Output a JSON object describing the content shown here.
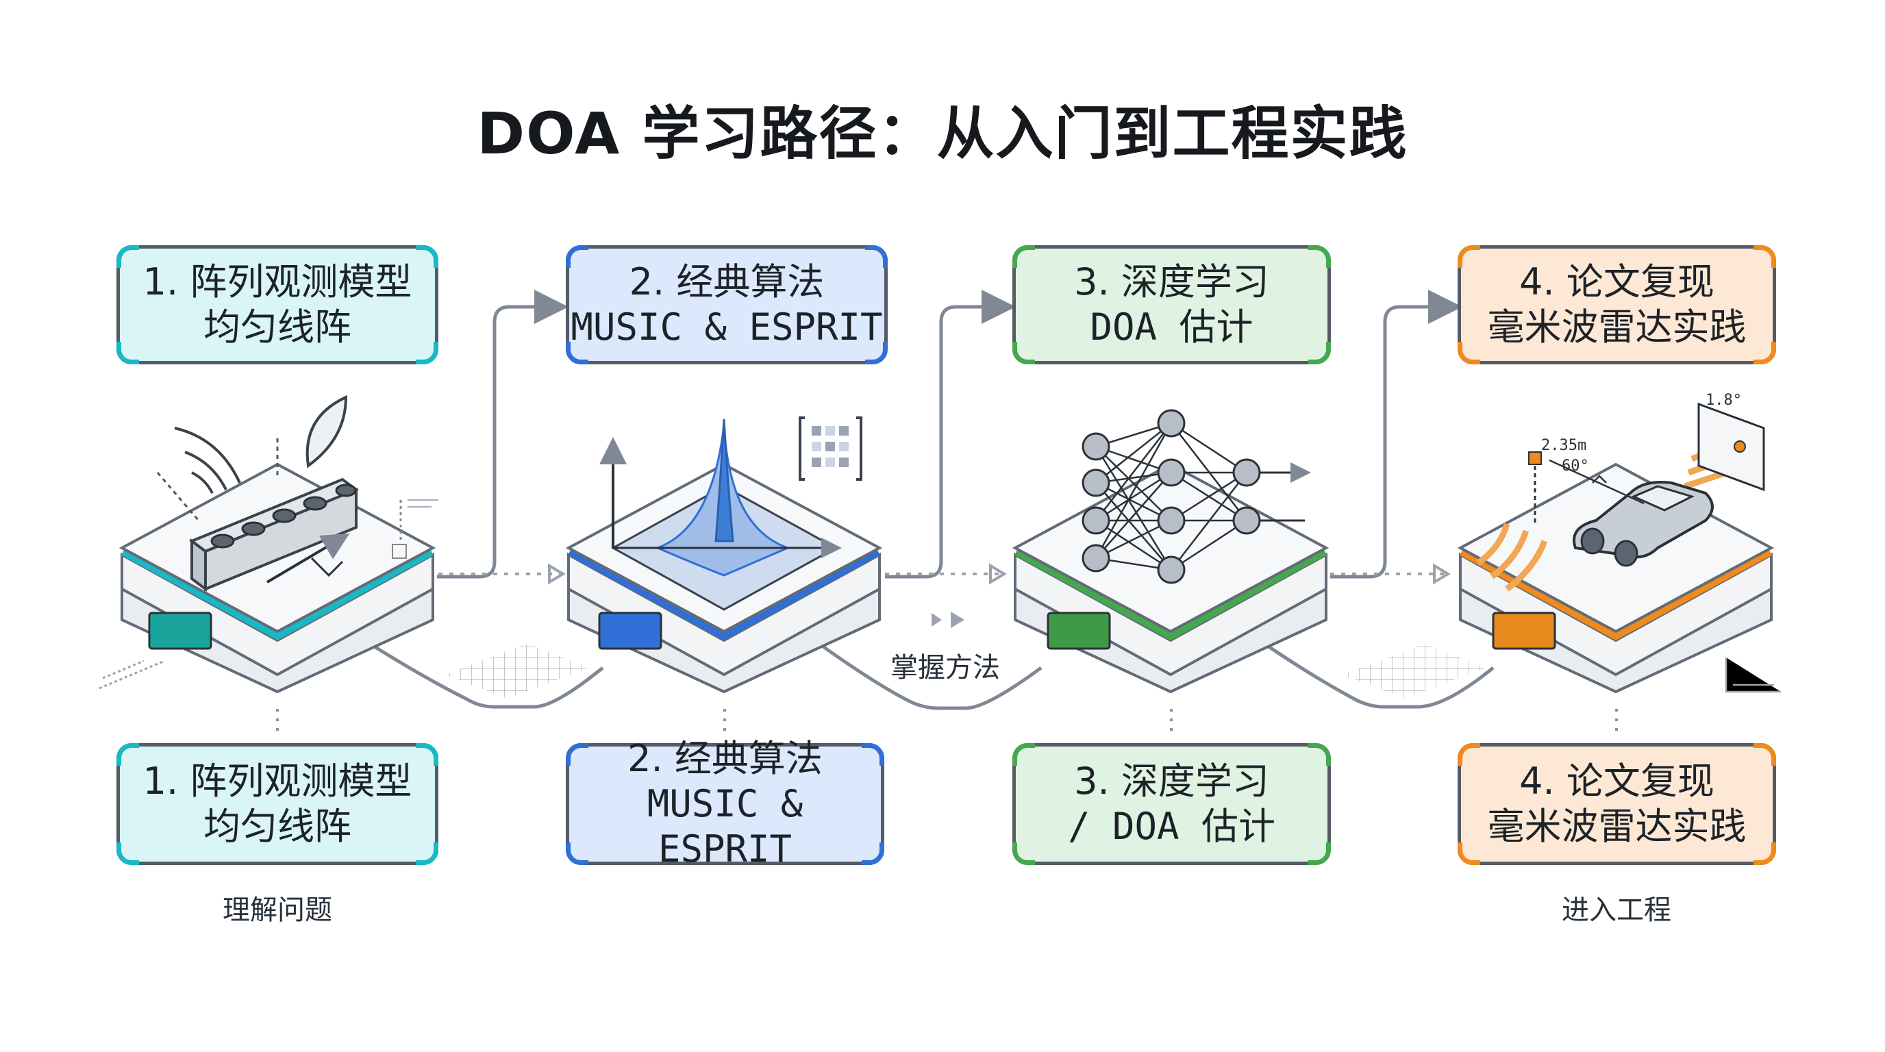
{
  "title": "DOA 学习路径：从入门到工程实践",
  "stages": [
    {
      "top": {
        "line1": "1. 阵列观测模型",
        "line2": "均匀线阵"
      },
      "bottom": {
        "line1": "1. 阵列观测模型",
        "line2": "均匀线阵"
      },
      "accent": "#19b8c4",
      "theme": "teal"
    },
    {
      "top": {
        "line1": "2. 经典算法",
        "line2": "MUSIC & ESPRIT"
      },
      "bottom": {
        "line1": "2. 经典算法",
        "line2": "MUSIC & ESPRIT"
      },
      "accent": "#2f6fd6",
      "theme": "blue"
    },
    {
      "top": {
        "line1": "3. 深度学习",
        "line2": "DOA 估计"
      },
      "bottom": {
        "line1": "3. 深度学习",
        "line2": "/ DOA 估计"
      },
      "accent": "#45a84e",
      "theme": "green"
    },
    {
      "top": {
        "line1": "4. 论文复现",
        "line2": "毫米波雷达实践"
      },
      "bottom": {
        "line1": "4. 论文复现",
        "line2": "毫米波雷达实践"
      },
      "accent": "#f08a1c",
      "theme": "orange"
    }
  ],
  "notes": {
    "start": "理解问题",
    "middle": "掌握方法",
    "end": "进入工程"
  },
  "radar_annotations": {
    "angle_top": "1.8°",
    "range": "2.35m",
    "angle": "60°"
  },
  "icons": [
    "antenna-array-icon",
    "spectrum-peak-icon",
    "neural-network-icon",
    "radar-car-icon"
  ]
}
